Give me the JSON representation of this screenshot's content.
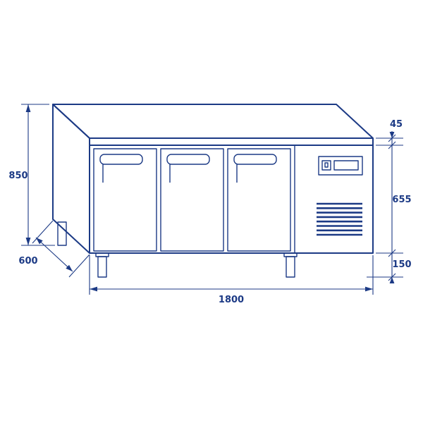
{
  "colors": {
    "line": "#1c3a85"
  },
  "dimensions": {
    "height": "850",
    "depth": "600",
    "width": "1800",
    "top_thickness": "45",
    "body_height": "655",
    "leg_height": "150"
  }
}
